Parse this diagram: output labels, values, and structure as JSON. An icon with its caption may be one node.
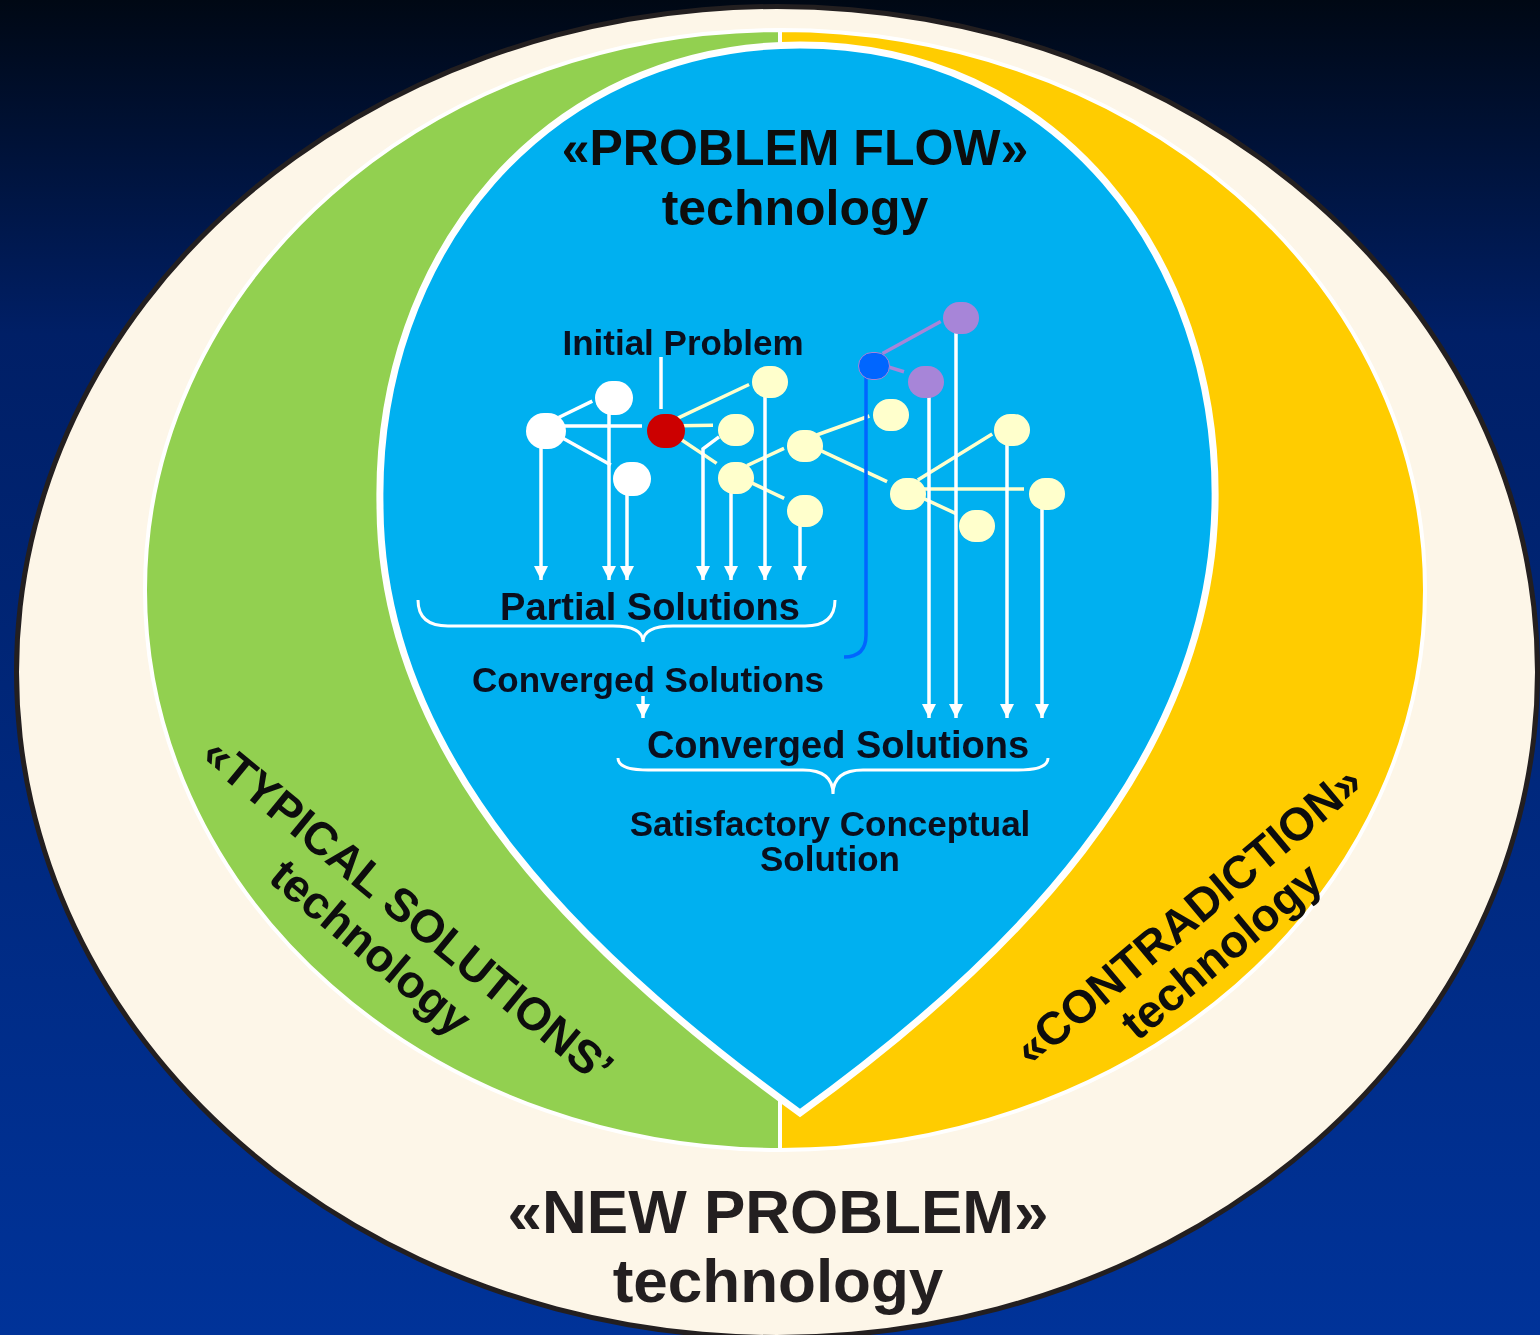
{
  "diagram": {
    "nodes": [
      {
        "text": [
          "«NEW PROBLEM»",
          "technology"
        ]
      },
      {
        "text": [
          "«TYPICAL SOLUTIONS’",
          "technology"
        ],
        "in": 0
      },
      {
        "text": [
          "«CONTRADICTION»",
          "technology"
        ],
        "in": 0
      },
      {
        "text": [
          "«PROBLEM FLOW»",
          "technology"
        ],
        "in": 0
      },
      {
        "text": [
          "Initial Problem"
        ],
        "in": 3
      },
      {
        "text": [],
        "shape": "circle",
        "in": 3
      },
      {
        "text": [],
        "shape": "circle",
        "in": 3
      },
      {
        "text": [],
        "shape": "circle",
        "in": 3
      },
      {
        "text": [],
        "shape": "circle",
        "in": 3
      },
      {
        "text": [],
        "shape": "circle",
        "in": 3
      },
      {
        "text": [],
        "shape": "circle",
        "in": 3
      },
      {
        "text": [],
        "shape": "circle",
        "in": 3
      },
      {
        "text": [],
        "shape": "circle",
        "in": 3
      },
      {
        "text": [],
        "shape": "circle",
        "in": 3
      },
      {
        "text": [],
        "shape": "circle",
        "in": 3
      },
      {
        "text": [],
        "shape": "circle",
        "in": 3
      },
      {
        "text": [],
        "shape": "circle",
        "in": 3
      },
      {
        "text": [],
        "shape": "circle",
        "in": 3
      },
      {
        "text": [],
        "shape": "circle",
        "in": 3
      },
      {
        "text": [],
        "shape": "circle",
        "in": 3
      },
      {
        "text": [],
        "shape": "circle",
        "in": 3
      },
      {
        "text": [],
        "shape": "circle",
        "in": 3
      },
      {
        "text": [
          "Partial Solutions"
        ],
        "in": 3
      },
      {
        "text": [
          "Converged Solutions"
        ],
        "in": 3
      },
      {
        "text": [
          "Converged Solutions"
        ],
        "in": 3
      },
      {
        "text": [
          "Satisfactory Conceptual Solution"
        ],
        "in": 3
      }
    ],
    "edges": [
      {
        "from": 8,
        "to": 4,
        "arrow": "none"
      },
      {
        "from": 5,
        "to": 6,
        "arrow": "none"
      },
      {
        "from": 5,
        "to": 7,
        "arrow": "none"
      },
      {
        "from": 5,
        "to": 8,
        "arrow": "none"
      },
      {
        "from": 8,
        "to": 11,
        "arrow": "none",
        "color": "#ffffcc"
      },
      {
        "from": 8,
        "to": 9,
        "arrow": "none",
        "color": "#ffffcc"
      },
      {
        "from": 8,
        "to": 10,
        "arrow": "none",
        "color": "#ffffcc"
      },
      {
        "from": 10,
        "to": 12,
        "arrow": "none",
        "color": "#ffffcc"
      },
      {
        "from": 10,
        "to": 13,
        "arrow": "none",
        "color": "#ffffcc"
      },
      {
        "from": 12,
        "to": 15,
        "arrow": "none",
        "color": "#ffffcc"
      },
      {
        "from": 12,
        "to": 16,
        "arrow": "none",
        "color": "#ffffcc"
      },
      {
        "from": 16,
        "to": 20,
        "arrow": "none",
        "color": "#ffffcc"
      },
      {
        "from": 16,
        "to": 21,
        "arrow": "none",
        "color": "#ffffcc"
      },
      {
        "from": 16,
        "to": 19,
        "arrow": "none",
        "color": "#ffffcc"
      },
      {
        "from": 14,
        "to": 18,
        "arrow": "none",
        "color": "#a785d8"
      },
      {
        "from": 14,
        "to": 17,
        "arrow": "none",
        "color": "#a785d8"
      },
      {
        "from": 14,
        "to": 23,
        "arrow": "none",
        "color": "#0066ff"
      },
      {
        "from": 5,
        "to": 22,
        "arrow": "to"
      },
      {
        "from": 6,
        "to": 22,
        "arrow": "to"
      },
      {
        "from": 7,
        "to": 22,
        "arrow": "to"
      },
      {
        "from": 9,
        "to": 22,
        "arrow": "to"
      },
      {
        "from": 10,
        "to": 22,
        "arrow": "to"
      },
      {
        "from": 11,
        "to": 22,
        "arrow": "to"
      },
      {
        "from": 13,
        "to": 22,
        "arrow": "to"
      },
      {
        "from": 17,
        "to": 24,
        "arrow": "to"
      },
      {
        "from": 18,
        "to": 24,
        "arrow": "to"
      },
      {
        "from": 20,
        "to": 24,
        "arrow": "to"
      },
      {
        "from": 21,
        "to": 24,
        "arrow": "to"
      },
      {
        "from": 23,
        "to": 24,
        "arrow": "to"
      }
    ]
  }
}
